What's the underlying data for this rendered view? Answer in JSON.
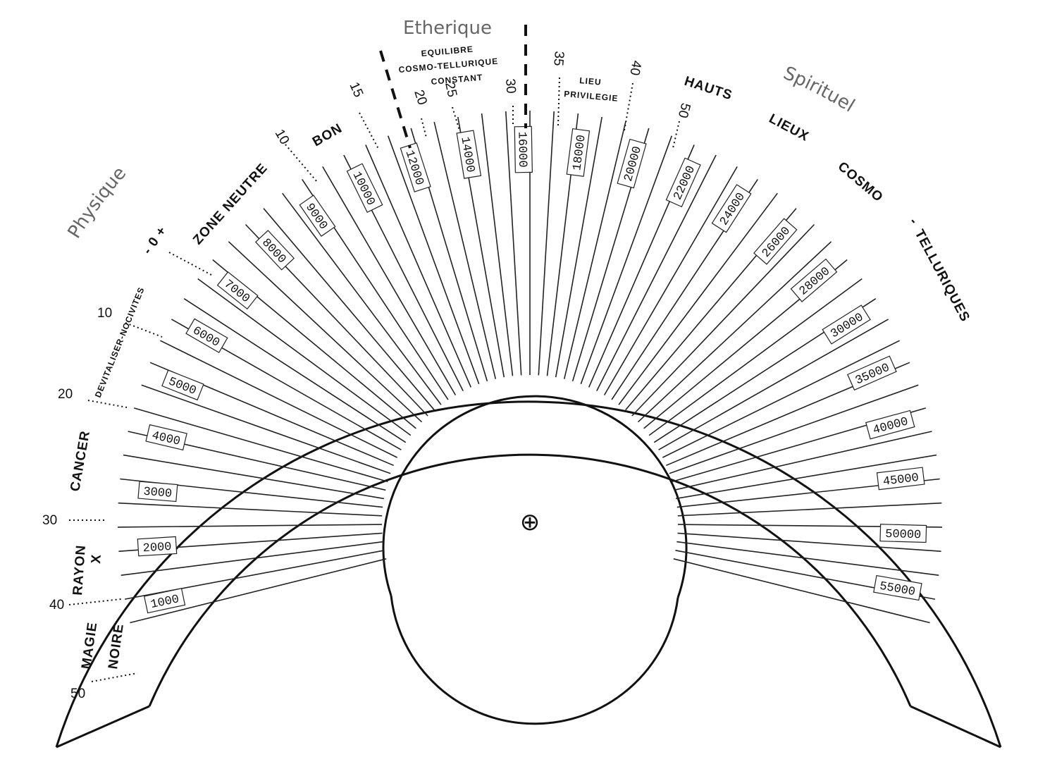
{
  "zone_titles": {
    "physique": "Physique",
    "etherique": "Etherique",
    "spirituel": "Spirituel"
  },
  "left_zones": {
    "magie": "MAGIE",
    "noire": "NOIRE",
    "rayon": "RAYON",
    "x": "X",
    "cancer": "CANCER",
    "devitaliser": "DEVITALISER-NOCIVITES",
    "zero_sign": "- 0 +",
    "zone_neutre": "ZONE NEUTRE",
    "bon": "BON"
  },
  "top_zones": {
    "equilibre": "EQUILIBRE",
    "cosmo_tellurique": "COSMO-TELLURIQUE",
    "constant": "CONSTANT",
    "lieu": "LIEU",
    "privilegie": "PRIVILEGIE"
  },
  "right_zones": {
    "hauts": "HAUTS",
    "lieux": "LIEUX",
    "cosmo": "COSMO",
    "dash": "-",
    "telluriques": "TELLURIQUES"
  },
  "left_scale": [
    "50",
    "40",
    "30",
    "20",
    "10"
  ],
  "top_scale": [
    "10",
    "15",
    "20",
    "25",
    "30",
    "35",
    "40",
    "50"
  ],
  "value_labels": [
    "1000",
    "2000",
    "3000",
    "4000",
    "5000",
    "6000",
    "7000",
    "8000",
    "9000",
    "10000",
    "12000",
    "14000",
    "16000",
    "18000",
    "20000",
    "22000",
    "24000",
    "26000",
    "28000",
    "30000",
    "35000",
    "40000",
    "45000",
    "50000",
    "55000"
  ],
  "center_symbol": "⊕"
}
